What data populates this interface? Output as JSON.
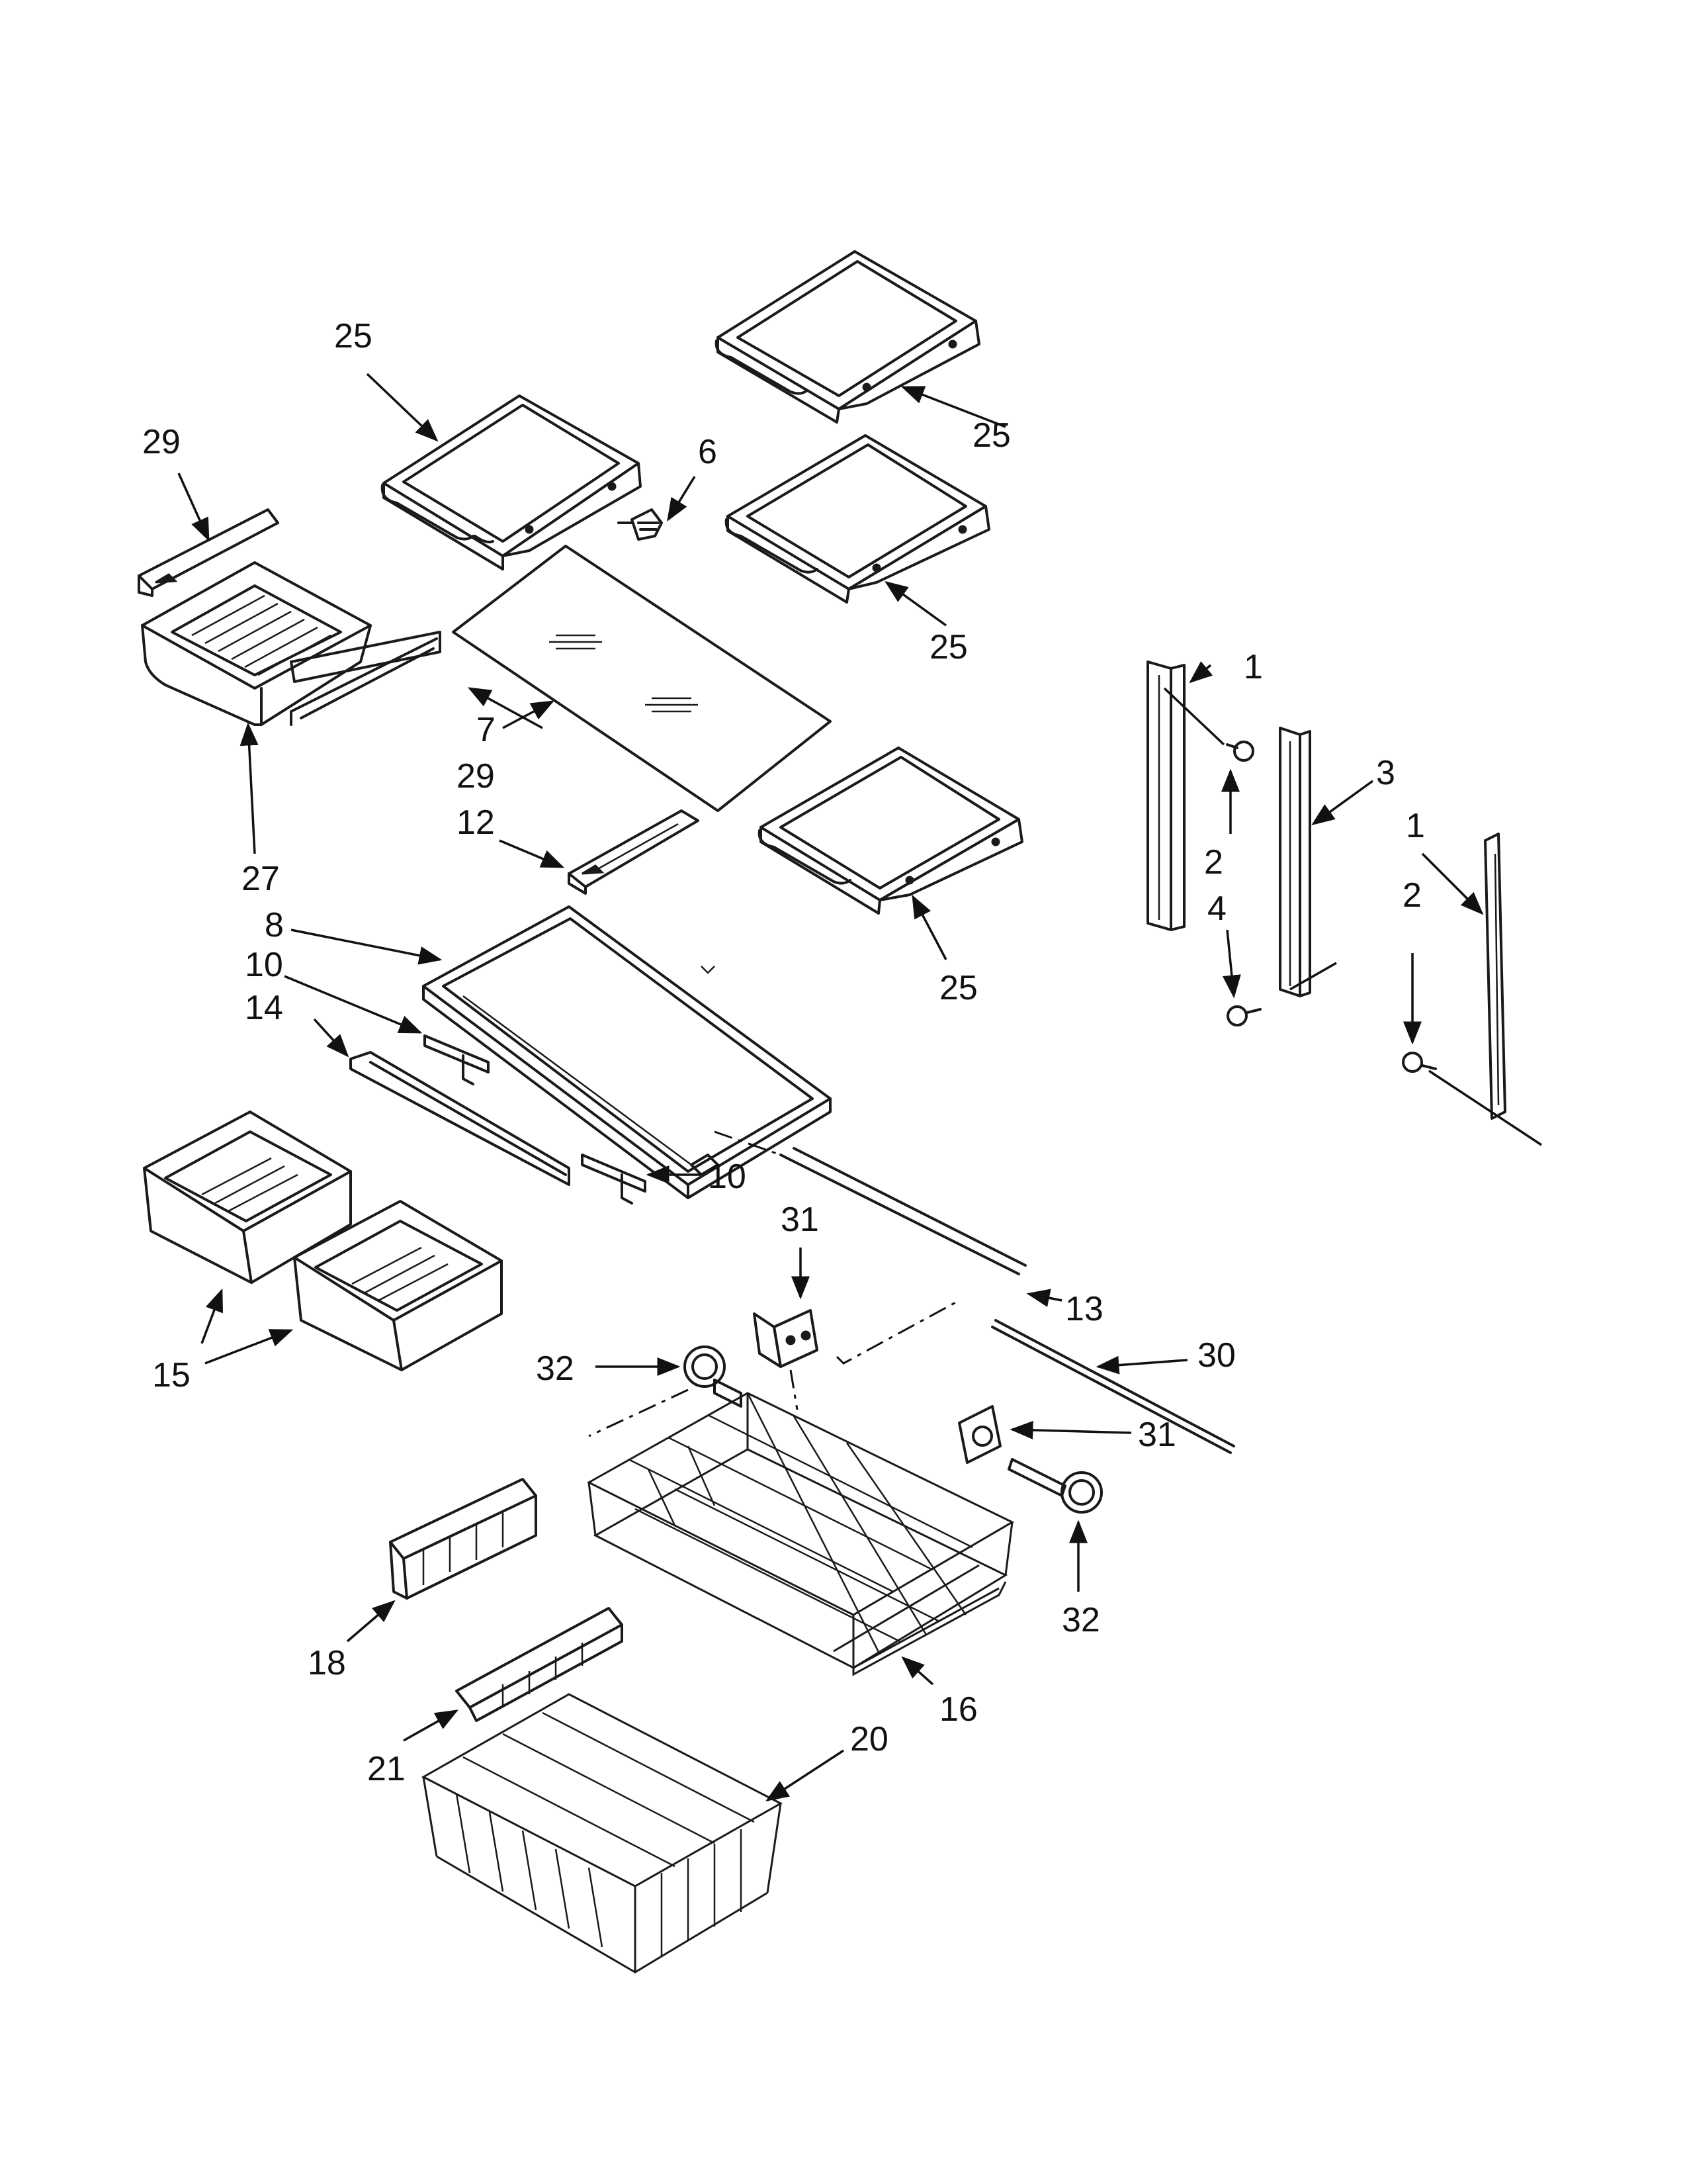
{
  "colors": {
    "line": "#1a1a1a",
    "background": "#ffffff"
  },
  "callouts": [
    {
      "id": "c25a",
      "label": "25"
    },
    {
      "id": "c25b",
      "label": "25"
    },
    {
      "id": "c25c",
      "label": "25"
    },
    {
      "id": "c25d",
      "label": "25"
    },
    {
      "id": "c29a",
      "label": "29"
    },
    {
      "id": "c29b",
      "label": "29"
    },
    {
      "id": "c6",
      "label": "6"
    },
    {
      "id": "c7",
      "label": "7"
    },
    {
      "id": "c27",
      "label": "27"
    },
    {
      "id": "c12",
      "label": "12"
    },
    {
      "id": "c8",
      "label": "8"
    },
    {
      "id": "c10a",
      "label": "10"
    },
    {
      "id": "c10b",
      "label": "10"
    },
    {
      "id": "c14",
      "label": "14"
    },
    {
      "id": "c15",
      "label": "15"
    },
    {
      "id": "c1a",
      "label": "1"
    },
    {
      "id": "c1b",
      "label": "1"
    },
    {
      "id": "c2a",
      "label": "2"
    },
    {
      "id": "c2b",
      "label": "2"
    },
    {
      "id": "c3",
      "label": "3"
    },
    {
      "id": "c4",
      "label": "4"
    },
    {
      "id": "c31a",
      "label": "31"
    },
    {
      "id": "c31b",
      "label": "31"
    },
    {
      "id": "c13",
      "label": "13"
    },
    {
      "id": "c30",
      "label": "30"
    },
    {
      "id": "c32a",
      "label": "32"
    },
    {
      "id": "c32b",
      "label": "32"
    },
    {
      "id": "c18",
      "label": "18"
    },
    {
      "id": "c16",
      "label": "16"
    },
    {
      "id": "c20",
      "label": "20"
    },
    {
      "id": "c21",
      "label": "21"
    }
  ]
}
